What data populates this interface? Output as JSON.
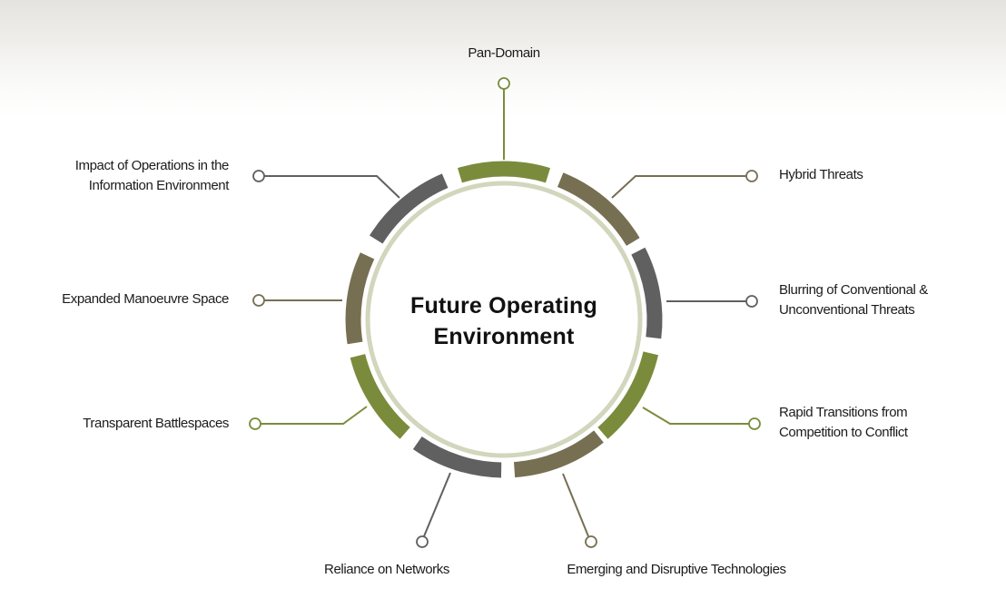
{
  "title": {
    "line1": "Future Operating",
    "line2": "Environment"
  },
  "colors": {
    "green": "#7a8c3c",
    "olive": "#776f52",
    "grey": "#606060",
    "inner_ring": "#d2d6bc"
  },
  "topics": [
    {
      "id": "pan-domain",
      "lines": [
        "Pan-Domain"
      ],
      "color": "green"
    },
    {
      "id": "hybrid-threats",
      "lines": [
        "Hybrid Threats"
      ],
      "color": "olive"
    },
    {
      "id": "blurring",
      "lines": [
        "Blurring of Conventional &",
        "Unconventional Threats"
      ],
      "color": "grey"
    },
    {
      "id": "rapid-transitions",
      "lines": [
        "Rapid Transitions from",
        "Competition to Conflict"
      ],
      "color": "green"
    },
    {
      "id": "emerging-technologies",
      "lines": [
        "Emerging and Disruptive Technologies"
      ],
      "color": "olive"
    },
    {
      "id": "reliance-networks",
      "lines": [
        "Reliance on Networks"
      ],
      "color": "grey"
    },
    {
      "id": "transparent-battlespaces",
      "lines": [
        "Transparent Battlespaces"
      ],
      "color": "green"
    },
    {
      "id": "expanded-manoeuvre",
      "lines": [
        "Expanded Manoeuvre Space"
      ],
      "color": "olive"
    },
    {
      "id": "impact-information",
      "lines": [
        "Impact of Operations in the",
        "Information Environment"
      ],
      "color": "grey"
    }
  ]
}
